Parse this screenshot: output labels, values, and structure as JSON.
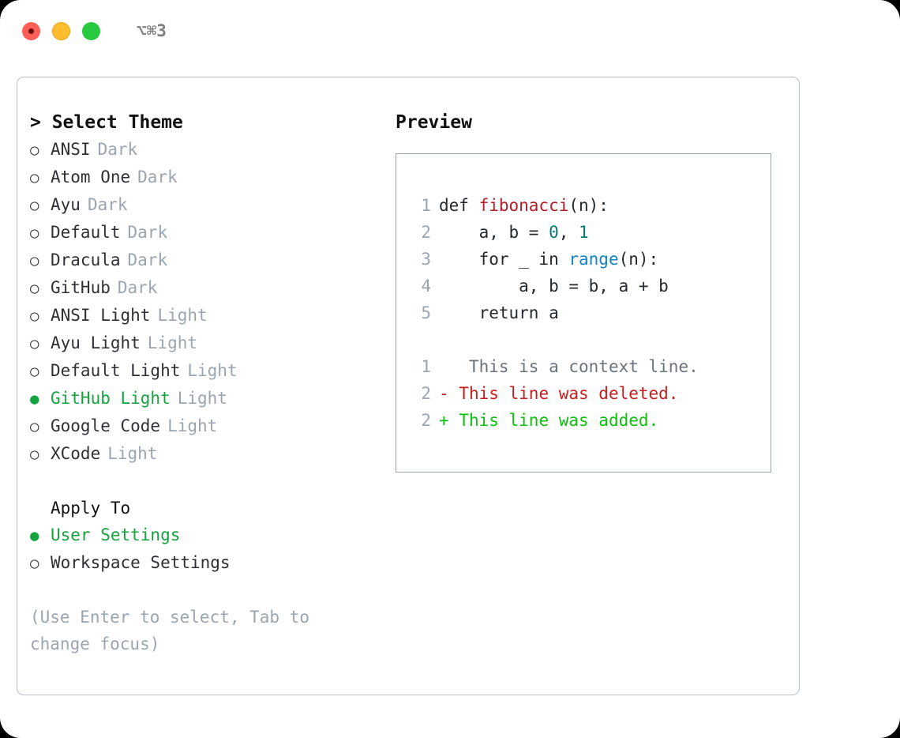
{
  "titlebar": {
    "shortcut": "⌥⌘3",
    "lights": [
      "close",
      "minimize",
      "zoom"
    ]
  },
  "left": {
    "header": "> Select Theme",
    "themes": [
      {
        "bullet": "○",
        "name": "ANSI",
        "tag": "Dark",
        "selected": false
      },
      {
        "bullet": "○",
        "name": "Atom One",
        "tag": "Dark",
        "selected": false
      },
      {
        "bullet": "○",
        "name": "Ayu",
        "tag": "Dark",
        "selected": false
      },
      {
        "bullet": "○",
        "name": "Default",
        "tag": "Dark",
        "selected": false
      },
      {
        "bullet": "○",
        "name": "Dracula",
        "tag": "Dark",
        "selected": false
      },
      {
        "bullet": "○",
        "name": "GitHub",
        "tag": "Dark",
        "selected": false
      },
      {
        "bullet": "○",
        "name": "ANSI Light",
        "tag": "Light",
        "selected": false
      },
      {
        "bullet": "○",
        "name": "Ayu Light",
        "tag": "Light",
        "selected": false
      },
      {
        "bullet": "○",
        "name": "Default Light",
        "tag": "Light",
        "selected": false
      },
      {
        "bullet": "●",
        "name": "GitHub Light",
        "tag": "Light",
        "selected": true
      },
      {
        "bullet": "○",
        "name": "Google Code",
        "tag": "Light",
        "selected": false
      },
      {
        "bullet": "○",
        "name": "XCode",
        "tag": "Light",
        "selected": false
      }
    ],
    "apply_to_title": "Apply To",
    "apply_options": [
      {
        "bullet": "●",
        "name": "User Settings",
        "selected": true
      },
      {
        "bullet": "○",
        "name": "Workspace Settings",
        "selected": false
      }
    ],
    "hint": "(Use Enter to select, Tab to change focus)"
  },
  "right": {
    "preview_title": "Preview",
    "code_lines": [
      {
        "no": "1",
        "segments": [
          {
            "t": "def ",
            "c": "code-text"
          },
          {
            "t": "fibonacci",
            "c": "tok-fn"
          },
          {
            "t": "(n):",
            "c": "code-text"
          }
        ]
      },
      {
        "no": "2",
        "segments": [
          {
            "t": "    a, b = ",
            "c": "code-text"
          },
          {
            "t": "0",
            "c": "tok-num"
          },
          {
            "t": ", ",
            "c": "code-text"
          },
          {
            "t": "1",
            "c": "tok-num"
          }
        ]
      },
      {
        "no": "3",
        "segments": [
          {
            "t": "    for _ in ",
            "c": "code-text"
          },
          {
            "t": "range",
            "c": "tok-kw"
          },
          {
            "t": "(n):",
            "c": "code-text"
          }
        ]
      },
      {
        "no": "4",
        "segments": [
          {
            "t": "        a, b = b, a + b",
            "c": "code-text"
          }
        ]
      },
      {
        "no": "5",
        "segments": [
          {
            "t": "    return a",
            "c": "code-text"
          }
        ]
      }
    ],
    "diff_lines": [
      {
        "no": "1",
        "marker": " ",
        "text": "  This is a context line.",
        "kind": "diff-ctx"
      },
      {
        "no": "2",
        "marker": "-",
        "text": " This line was deleted.",
        "kind": "diff-del"
      },
      {
        "no": "2",
        "marker": "+",
        "text": " This line was added.",
        "kind": "diff-add"
      }
    ]
  },
  "colors": {
    "accent_green": "#16a33f",
    "muted": "#9aa5b1",
    "diff_delete": "#c41e1e",
    "diff_add": "#0fbf0f",
    "token_function": "#b31d28",
    "token_number": "#0a7c73",
    "token_keyword": "#1184c4"
  }
}
